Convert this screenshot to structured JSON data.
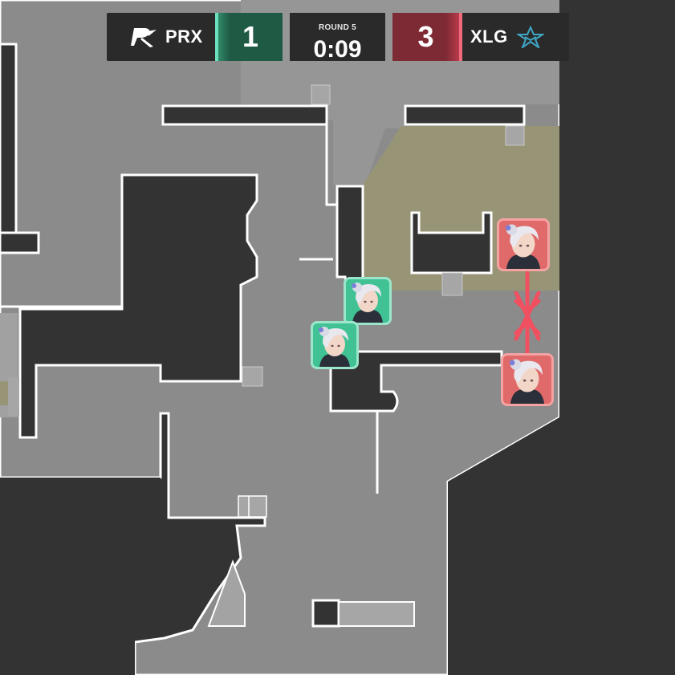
{
  "scoreboard": {
    "left_team": {
      "name": "PRX",
      "score": "1",
      "color": "#3fc59a"
    },
    "right_team": {
      "name": "XLG",
      "score": "3",
      "color": "#e04b5f"
    },
    "round_label": "ROUND 5",
    "timer": "0:09"
  },
  "map": {
    "floor_color": "#8b8b8b",
    "wall_color": "#ffffff",
    "void_color": "#333333",
    "site_zone_color": "#979575"
  },
  "agents": [
    {
      "team": "defender",
      "color": "#40c294",
      "icon": "agent-portrait-icon"
    },
    {
      "team": "defender",
      "color": "#40c294",
      "icon": "agent-portrait-icon"
    },
    {
      "team": "attacker",
      "color": "#e06a6a",
      "icon": "agent-portrait-icon"
    },
    {
      "team": "attacker",
      "color": "#e06a6a",
      "icon": "agent-portrait-icon"
    }
  ],
  "markers": [
    {
      "type": "line-of-sight",
      "color": "#f0505f"
    }
  ]
}
